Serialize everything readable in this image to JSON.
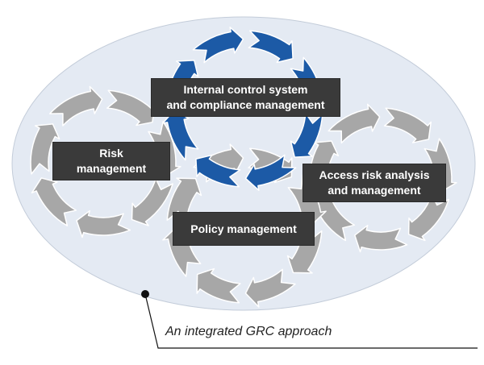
{
  "diagram": {
    "boxes": {
      "internal_control": [
        "Internal control system",
        "and compliance management"
      ],
      "risk": [
        "Risk",
        "management"
      ],
      "access_risk": [
        "Access risk analysis",
        "and management"
      ],
      "policy": [
        "Policy management"
      ]
    },
    "caption": "An integrated GRC approach",
    "colors": {
      "ellipse_fill": "#e4eaf3",
      "ellipse_stroke": "#c3ccd9",
      "gray_arrow": "#a7a7a7",
      "gray_arrow_stroke": "#ffffff",
      "blue_arrow": "#1c5aa6",
      "box_fill": "#3a3a3a",
      "box_text": "#ffffff",
      "leader_line": "#111111"
    }
  }
}
